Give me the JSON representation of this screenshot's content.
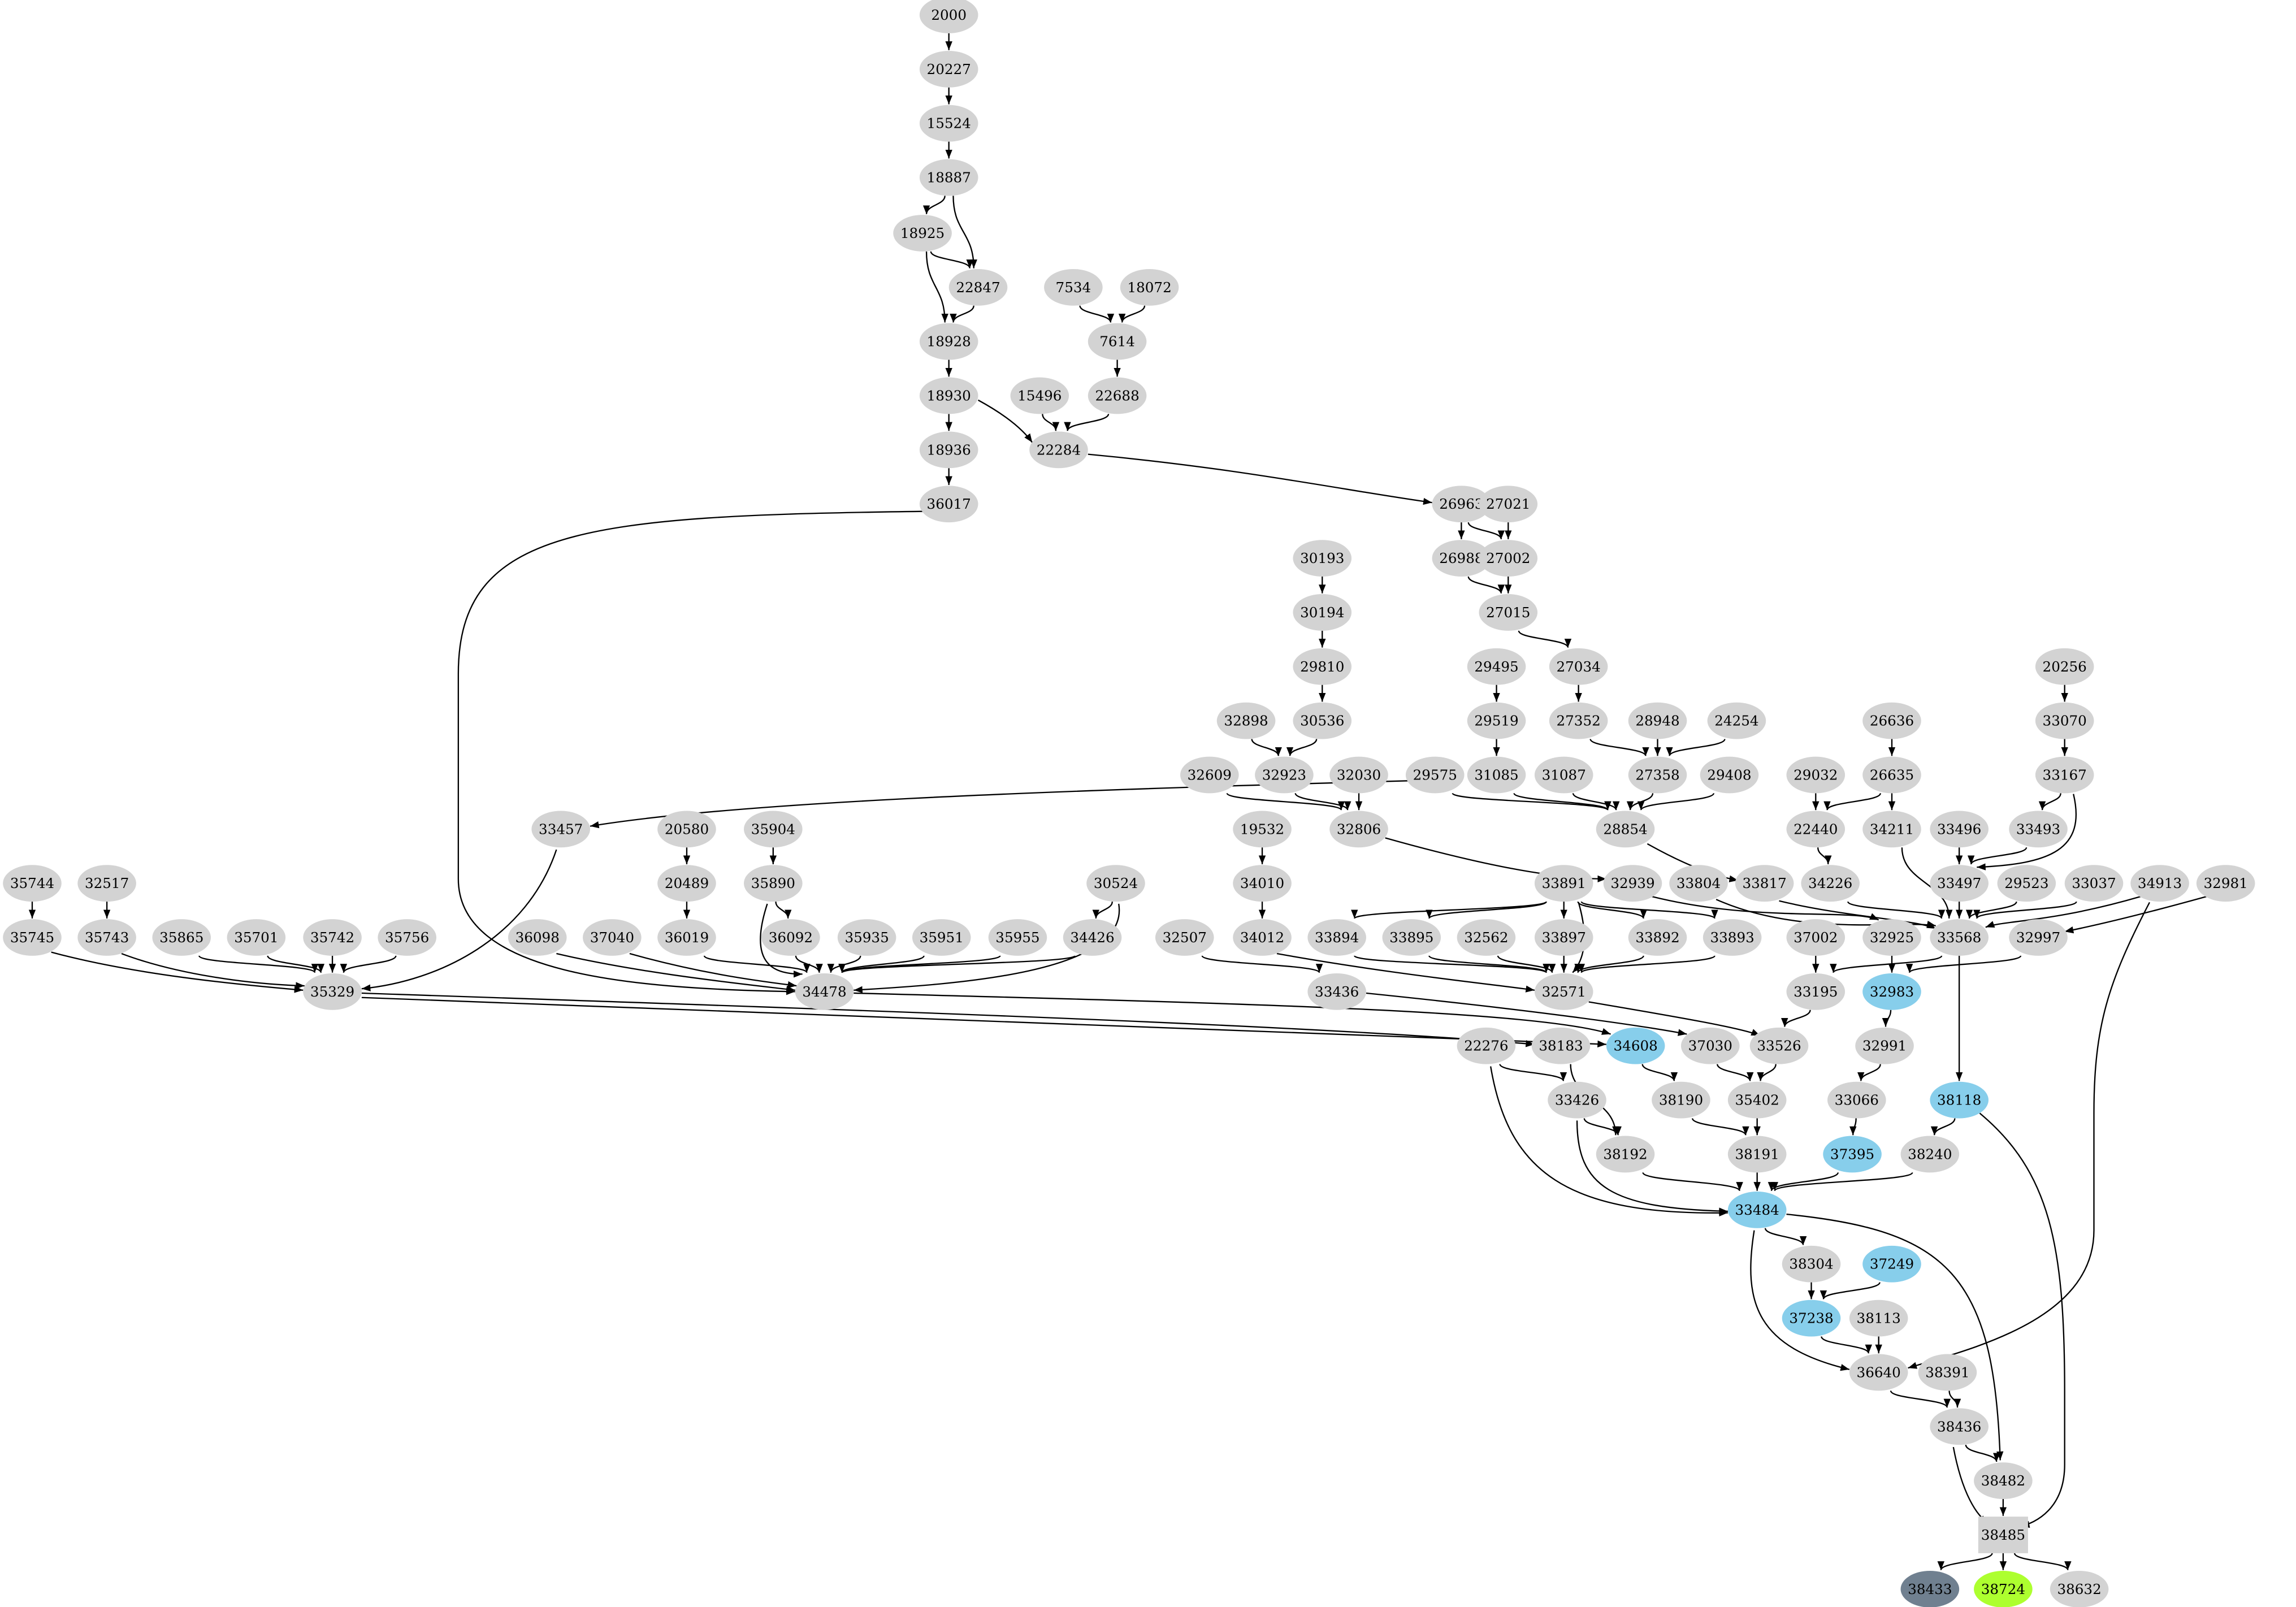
{
  "graph": {
    "title": "",
    "colors": {
      "default": "#d3d3d3",
      "highlight": "#87ceeb",
      "dark": "#708090",
      "green": "#adff2f",
      "edge": "#000000"
    },
    "highlight_nodes": [
      "34608",
      "32983",
      "38118",
      "37395",
      "33484",
      "37249",
      "37238"
    ],
    "dark_nodes": [
      "38433"
    ],
    "green_nodes": [
      "38724"
    ],
    "box_nodes": [
      "38485"
    ],
    "nodes": [
      "2000",
      "20227",
      "15524",
      "18887",
      "18925",
      "22847",
      "18928",
      "18930",
      "18936",
      "36017",
      "7534",
      "18072",
      "7614",
      "15496",
      "22688",
      "22284",
      "26963",
      "27021",
      "26988",
      "27002",
      "27015",
      "30193",
      "30194",
      "29810",
      "29495",
      "27034",
      "20256",
      "32898",
      "30536",
      "29519",
      "27352",
      "28948",
      "24254",
      "26636",
      "33070",
      "32609",
      "32923",
      "32030",
      "29575",
      "31085",
      "31087",
      "27358",
      "29408",
      "29032",
      "26635",
      "33167",
      "33457",
      "20580",
      "35904",
      "19532",
      "32806",
      "28854",
      "22440",
      "34211",
      "33496",
      "33493",
      "35744",
      "32517",
      "20489",
      "35890",
      "30524",
      "34010",
      "33891",
      "32939",
      "33804",
      "33817",
      "34226",
      "33497",
      "29523",
      "33037",
      "34913",
      "32981",
      "35745",
      "35743",
      "35865",
      "35701",
      "35742",
      "35756",
      "36098",
      "37040",
      "36019",
      "36092",
      "35935",
      "35951",
      "35955",
      "34426",
      "32507",
      "34012",
      "33894",
      "33895",
      "32562",
      "33897",
      "33892",
      "33893",
      "37002",
      "32925",
      "33568",
      "32997",
      "35329",
      "34478",
      "33436",
      "32571",
      "33195",
      "32983",
      "22276",
      "38183",
      "34608",
      "37030",
      "33526",
      "32991",
      "33426",
      "38190",
      "35402",
      "33066",
      "38118",
      "38192",
      "38191",
      "37395",
      "38240",
      "33484",
      "38304",
      "37249",
      "37238",
      "38113",
      "36640",
      "38391",
      "38436",
      "38482",
      "38485",
      "38433",
      "38724",
      "38632"
    ],
    "edges": [
      [
        "2000",
        "20227"
      ],
      [
        "20227",
        "15524"
      ],
      [
        "15524",
        "18887"
      ],
      [
        "18887",
        "18925"
      ],
      [
        "18887",
        "22847"
      ],
      [
        "18925",
        "22847"
      ],
      [
        "18925",
        "18928"
      ],
      [
        "22847",
        "18928"
      ],
      [
        "18928",
        "18930"
      ],
      [
        "18930",
        "18936"
      ],
      [
        "18930",
        "22284"
      ],
      [
        "18936",
        "36017"
      ],
      [
        "36017",
        "34478"
      ],
      [
        "7534",
        "7614"
      ],
      [
        "18072",
        "7614"
      ],
      [
        "7614",
        "22688"
      ],
      [
        "22688",
        "22284"
      ],
      [
        "15496",
        "22284"
      ],
      [
        "22284",
        "26963"
      ],
      [
        "26963",
        "26988"
      ],
      [
        "26963",
        "27002"
      ],
      [
        "27021",
        "27002"
      ],
      [
        "26988",
        "27015"
      ],
      [
        "27002",
        "27015"
      ],
      [
        "27015",
        "27034"
      ],
      [
        "27034",
        "27352"
      ],
      [
        "27352",
        "27358"
      ],
      [
        "28948",
        "27358"
      ],
      [
        "24254",
        "27358"
      ],
      [
        "27358",
        "28854"
      ],
      [
        "29408",
        "28854"
      ],
      [
        "31087",
        "28854"
      ],
      [
        "31085",
        "28854"
      ],
      [
        "29495",
        "29519"
      ],
      [
        "29519",
        "31085"
      ],
      [
        "29575",
        "28854"
      ],
      [
        "29575",
        "33457"
      ],
      [
        "33457",
        "35329"
      ],
      [
        "30193",
        "30194"
      ],
      [
        "30194",
        "29810"
      ],
      [
        "29810",
        "30536"
      ],
      [
        "30536",
        "32923"
      ],
      [
        "32898",
        "32923"
      ],
      [
        "32923",
        "32806"
      ],
      [
        "32609",
        "32806"
      ],
      [
        "32030",
        "32806"
      ],
      [
        "32806",
        "32939"
      ],
      [
        "32939",
        "32925"
      ],
      [
        "28854",
        "33817"
      ],
      [
        "33817",
        "33568"
      ],
      [
        "33804",
        "33568"
      ],
      [
        "26636",
        "26635"
      ],
      [
        "26635",
        "22440"
      ],
      [
        "26635",
        "34211"
      ],
      [
        "29032",
        "22440"
      ],
      [
        "22440",
        "34226"
      ],
      [
        "34226",
        "33568"
      ],
      [
        "34211",
        "33568"
      ],
      [
        "20256",
        "33070"
      ],
      [
        "33070",
        "33167"
      ],
      [
        "33167",
        "33493"
      ],
      [
        "33167",
        "33497"
      ],
      [
        "33493",
        "33497"
      ],
      [
        "33496",
        "33497"
      ],
      [
        "33497",
        "33568"
      ],
      [
        "29523",
        "33568"
      ],
      [
        "33037",
        "33568"
      ],
      [
        "34913",
        "33568"
      ],
      [
        "34913",
        "36640"
      ],
      [
        "32981",
        "32997"
      ],
      [
        "32997",
        "32983"
      ],
      [
        "32925",
        "32983"
      ],
      [
        "33568",
        "33195"
      ],
      [
        "33568",
        "38118"
      ],
      [
        "37002",
        "33195"
      ],
      [
        "33195",
        "33526"
      ],
      [
        "32983",
        "32991"
      ],
      [
        "32991",
        "33066"
      ],
      [
        "33066",
        "37395"
      ],
      [
        "37395",
        "33484"
      ],
      [
        "38118",
        "38240"
      ],
      [
        "38118",
        "38485"
      ],
      [
        "38240",
        "33484"
      ],
      [
        "19532",
        "34010"
      ],
      [
        "34010",
        "34012"
      ],
      [
        "34012",
        "32571"
      ],
      [
        "33891",
        "33894"
      ],
      [
        "33891",
        "33895"
      ],
      [
        "33891",
        "33897"
      ],
      [
        "33891",
        "32571"
      ],
      [
        "33891",
        "33892"
      ],
      [
        "33891",
        "33893"
      ],
      [
        "33894",
        "32571"
      ],
      [
        "33895",
        "32571"
      ],
      [
        "32562",
        "32571"
      ],
      [
        "33897",
        "32571"
      ],
      [
        "33892",
        "32571"
      ],
      [
        "33893",
        "32571"
      ],
      [
        "32507",
        "33436"
      ],
      [
        "33436",
        "37030"
      ],
      [
        "32571",
        "33526"
      ],
      [
        "33526",
        "35402"
      ],
      [
        "37030",
        "35402"
      ],
      [
        "35402",
        "38191"
      ],
      [
        "38190",
        "38191"
      ],
      [
        "34608",
        "38190"
      ],
      [
        "38183",
        "38192"
      ],
      [
        "22276",
        "33426"
      ],
      [
        "22276",
        "33484"
      ],
      [
        "33426",
        "38192"
      ],
      [
        "33426",
        "33484"
      ],
      [
        "38192",
        "33484"
      ],
      [
        "38191",
        "33484"
      ],
      [
        "33484",
        "38304"
      ],
      [
        "33484",
        "36640"
      ],
      [
        "33484",
        "38482"
      ],
      [
        "38304",
        "37238"
      ],
      [
        "37249",
        "37238"
      ],
      [
        "37238",
        "36640"
      ],
      [
        "38113",
        "36640"
      ],
      [
        "36640",
        "38436"
      ],
      [
        "38391",
        "38436"
      ],
      [
        "38436",
        "38482"
      ],
      [
        "38436",
        "38485"
      ],
      [
        "38482",
        "38485"
      ],
      [
        "38485",
        "38433"
      ],
      [
        "38485",
        "38724"
      ],
      [
        "38485",
        "38632"
      ],
      [
        "35744",
        "35745"
      ],
      [
        "32517",
        "35743"
      ],
      [
        "35745",
        "35329"
      ],
      [
        "35743",
        "35329"
      ],
      [
        "35865",
        "35329"
      ],
      [
        "35701",
        "35329"
      ],
      [
        "35742",
        "35329"
      ],
      [
        "35756",
        "35329"
      ],
      [
        "35329",
        "38183"
      ],
      [
        "35329",
        "34608"
      ],
      [
        "34478",
        "34608"
      ],
      [
        "20580",
        "20489"
      ],
      [
        "20489",
        "36019"
      ],
      [
        "35904",
        "35890"
      ],
      [
        "35890",
        "36092"
      ],
      [
        "35890",
        "34478"
      ],
      [
        "36098",
        "34478"
      ],
      [
        "37040",
        "34478"
      ],
      [
        "36019",
        "34478"
      ],
      [
        "36092",
        "34478"
      ],
      [
        "35935",
        "34478"
      ],
      [
        "35951",
        "34478"
      ],
      [
        "35955",
        "34478"
      ],
      [
        "34426",
        "34478"
      ],
      [
        "30524",
        "34426"
      ],
      [
        "30524",
        "34478"
      ]
    ]
  }
}
